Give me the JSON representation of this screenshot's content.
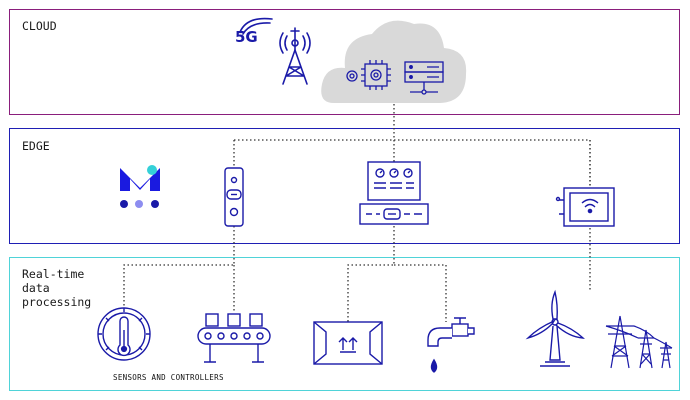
{
  "layers": {
    "cloud": {
      "label": "CLOUD",
      "color": "#8a1e7c"
    },
    "edge": {
      "label": "EDGE",
      "color": "#1f1fb4"
    },
    "realtime": {
      "label": "Real-time\ndata\nprocessing",
      "color": "#4fd3d8"
    }
  },
  "badge_5g": "5G",
  "caption": "SENSORS AND CONTROLLERS",
  "colors": {
    "icon": "#1a1aa8",
    "cloud_fill": "#d9d9d9",
    "connector": "#333333"
  },
  "icons": [
    "5g-antenna-tower-icon",
    "cloud-icon",
    "processor-chip-icon",
    "server-rack-icon",
    "brand-logo-icon",
    "edge-gateway-icon",
    "edge-server-icon",
    "wifi-router-icon",
    "thermometer-gauge-icon",
    "conveyor-belt-icon",
    "package-box-icon",
    "water-tap-icon",
    "wind-turbine-icon",
    "power-pylons-icon"
  ]
}
